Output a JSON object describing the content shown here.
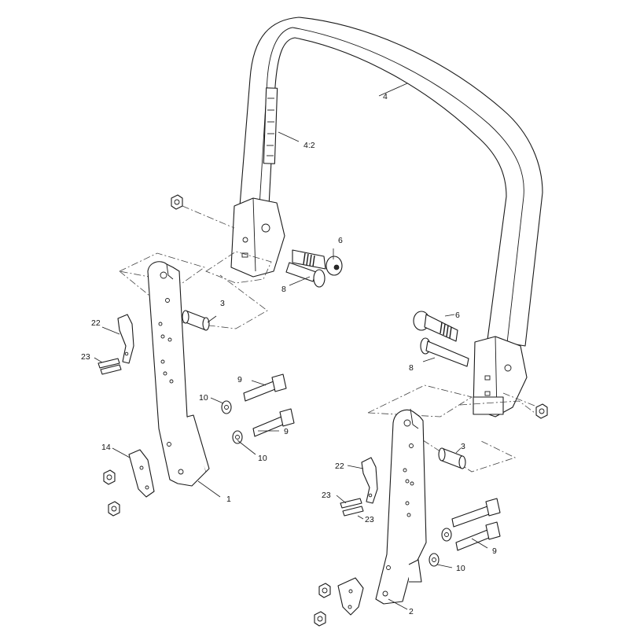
{
  "callouts": {
    "c4": "4",
    "c4_2": "4:2",
    "c6_top": "6",
    "c8_top": "8",
    "c3_left": "3",
    "c22_left": "22",
    "c23_left": "23",
    "c9_upper": "9",
    "c10_upper": "10",
    "c9_mid": "9",
    "c10_mid": "10",
    "c14": "14",
    "c1": "1",
    "c6_right": "6",
    "c8_right": "8",
    "c3_right": "3",
    "c22_right": "22",
    "c23_right_a": "23",
    "c23_right_b": "23",
    "c9_right": "9",
    "c10_right": "10",
    "c2": "2"
  }
}
